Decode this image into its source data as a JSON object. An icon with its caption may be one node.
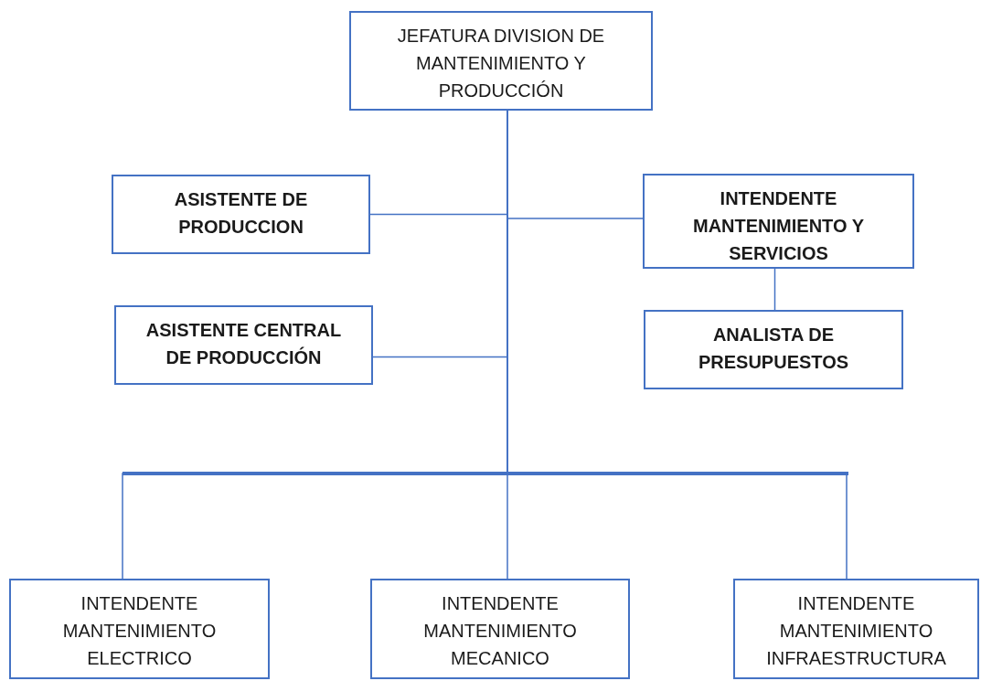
{
  "diagram": {
    "nodes": [
      {
        "text": [
          "JEFATURA DIVISION DE MANTENIMIENTO Y PRODUCCIÓN"
        ]
      },
      {
        "text": [
          "ASISTENTE DE PRODUCCION"
        ]
      },
      {
        "text": [
          "INTENDENTE MANTENIMIENTO Y SERVICIOS"
        ]
      },
      {
        "text": [
          "ASISTENTE CENTRAL DE PRODUCCIÓN"
        ]
      },
      {
        "text": [
          "ANALISTA DE PRESUPUESTOS"
        ]
      },
      {
        "text": [
          "INTENDENTE MANTENIMIENTO ELECTRICO"
        ]
      },
      {
        "text": [
          "INTENDENTE MANTENIMIENTO MECANICO"
        ]
      },
      {
        "text": [
          "INTENDENTE MANTENIMIENTO INFRAESTRUCTURA"
        ]
      }
    ],
    "edges": [
      {
        "from": 0,
        "to": 1,
        "arrow": "none"
      },
      {
        "from": 0,
        "to": 2,
        "arrow": "none"
      },
      {
        "from": 0,
        "to": 3,
        "arrow": "none"
      },
      {
        "from": 2,
        "to": 4,
        "arrow": "none"
      },
      {
        "from": 0,
        "to": 5,
        "arrow": "none"
      },
      {
        "from": 0,
        "to": 6,
        "arrow": "none"
      },
      {
        "from": 0,
        "to": 7,
        "arrow": "none"
      }
    ]
  }
}
